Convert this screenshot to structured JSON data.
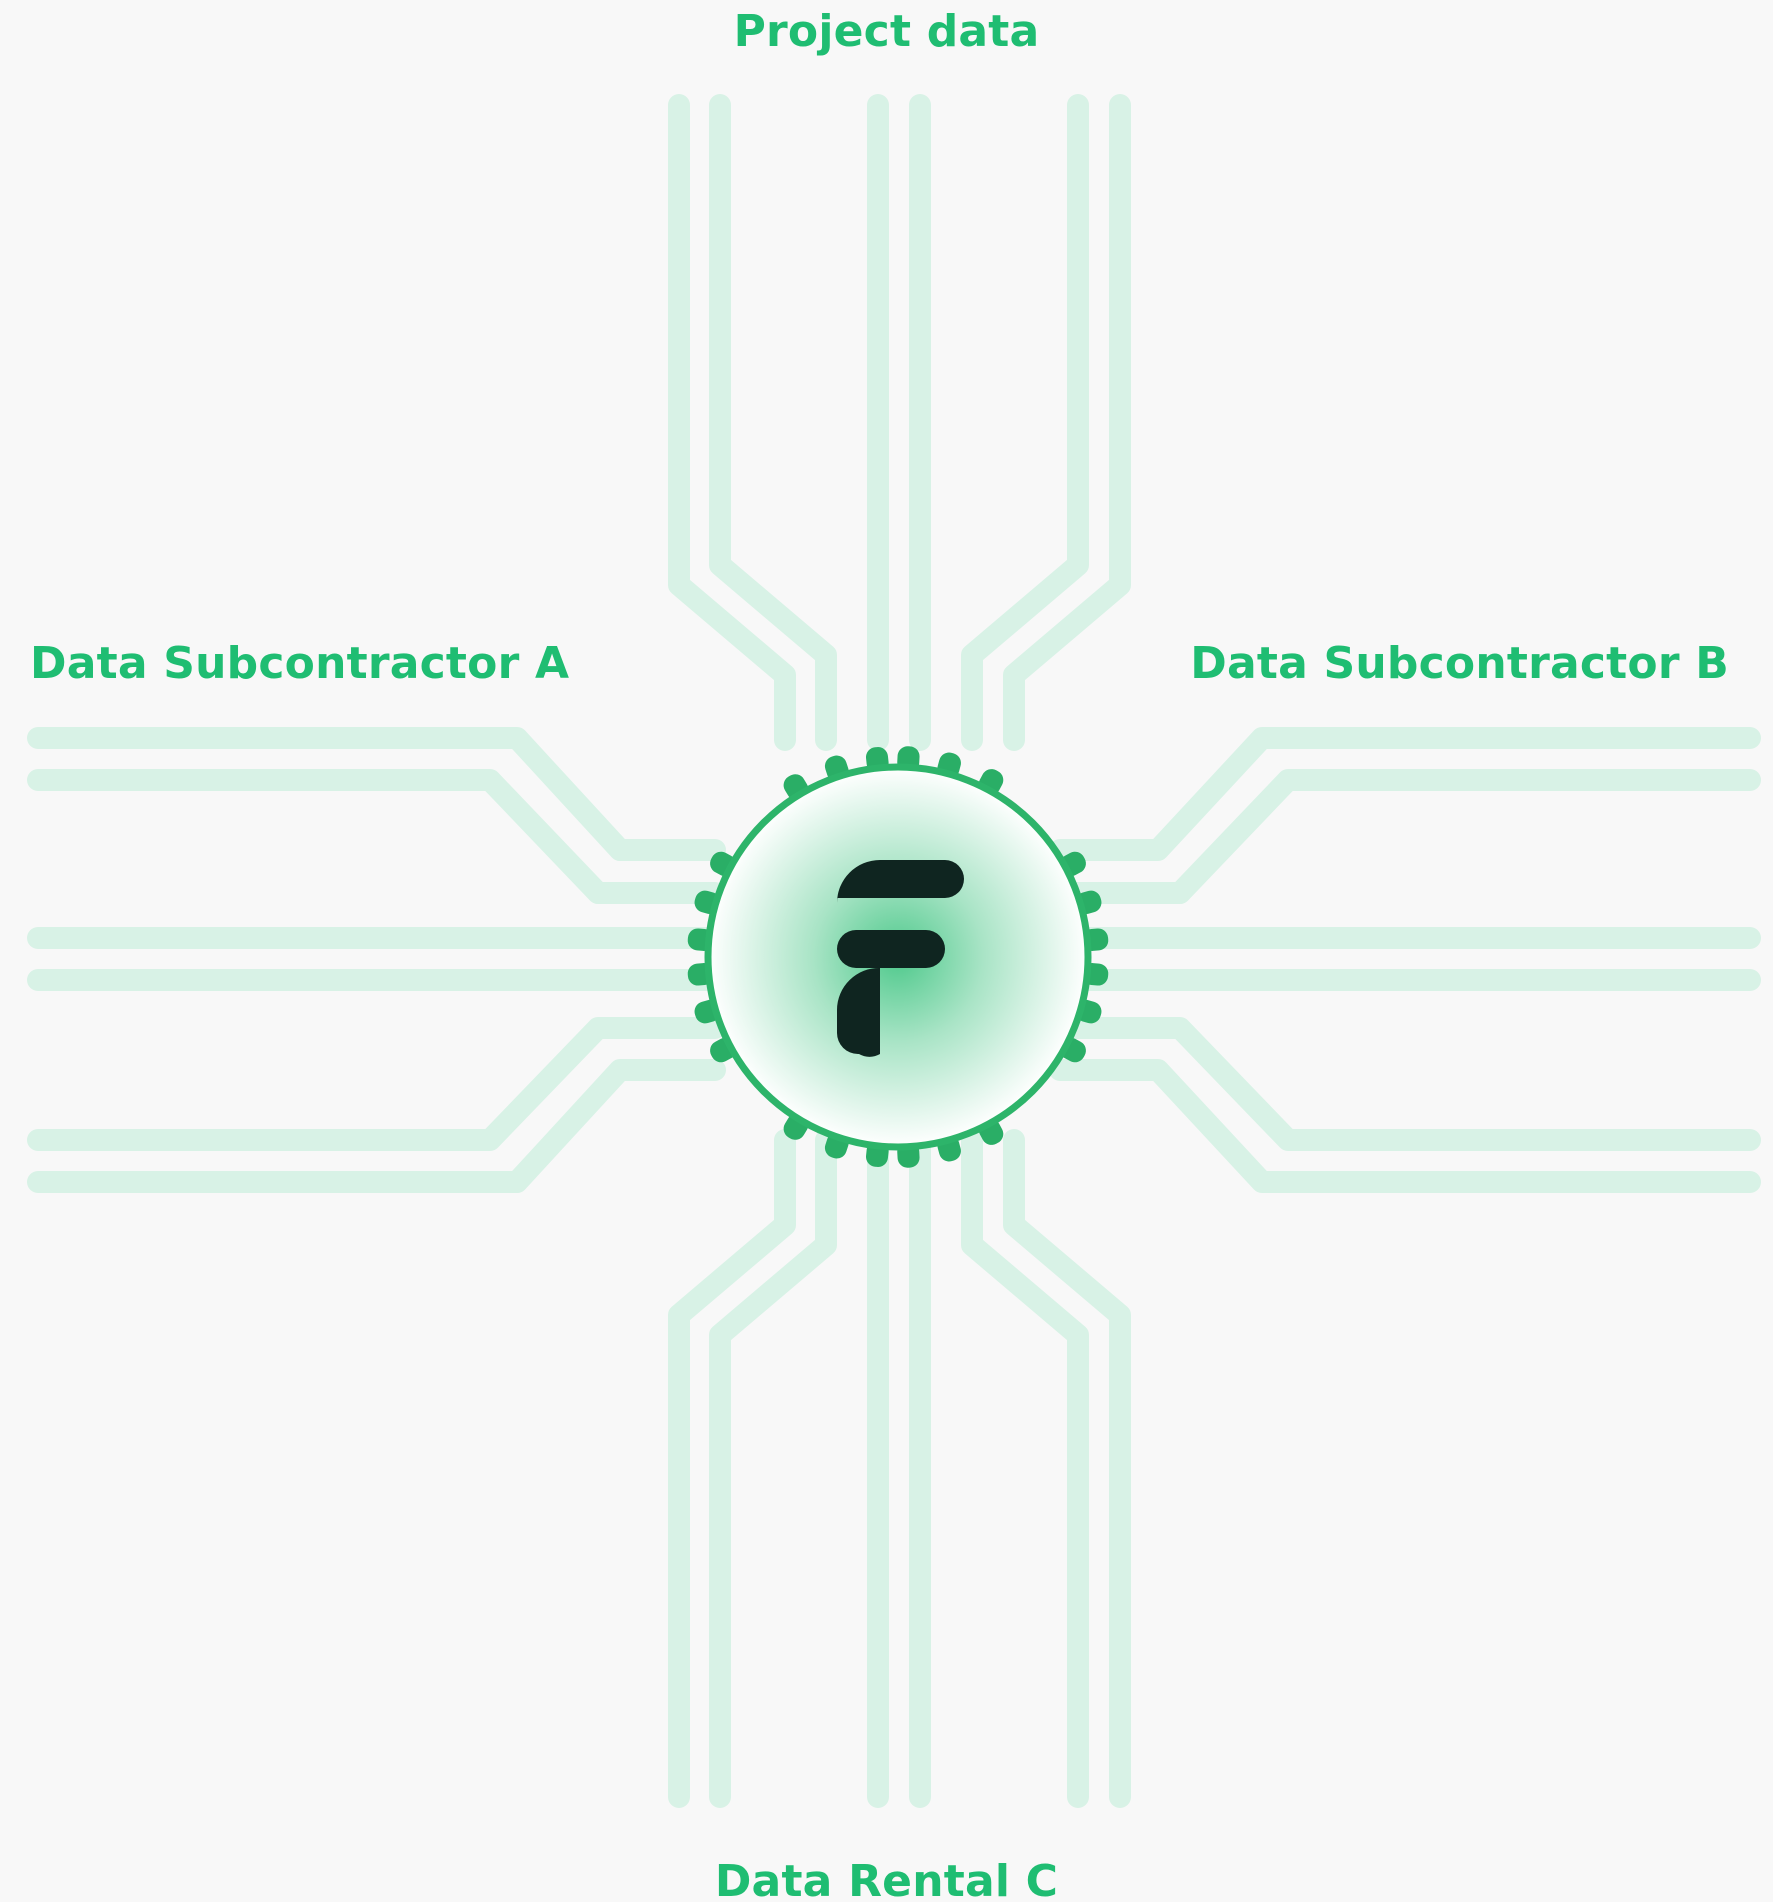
{
  "labels": {
    "top": "Project data",
    "left": "Data Subcontractor A",
    "right": "Data Subcontractor B",
    "bottom": "Data Rental C"
  },
  "hub": {
    "icon": "f-logo-icon"
  },
  "colors": {
    "background": "#f8f8f8",
    "label": "#1fbd72",
    "trace": "#d8f2e6",
    "chip_ring": "#2db46a",
    "pin": "#2aae66",
    "logo": "#0f2520"
  }
}
